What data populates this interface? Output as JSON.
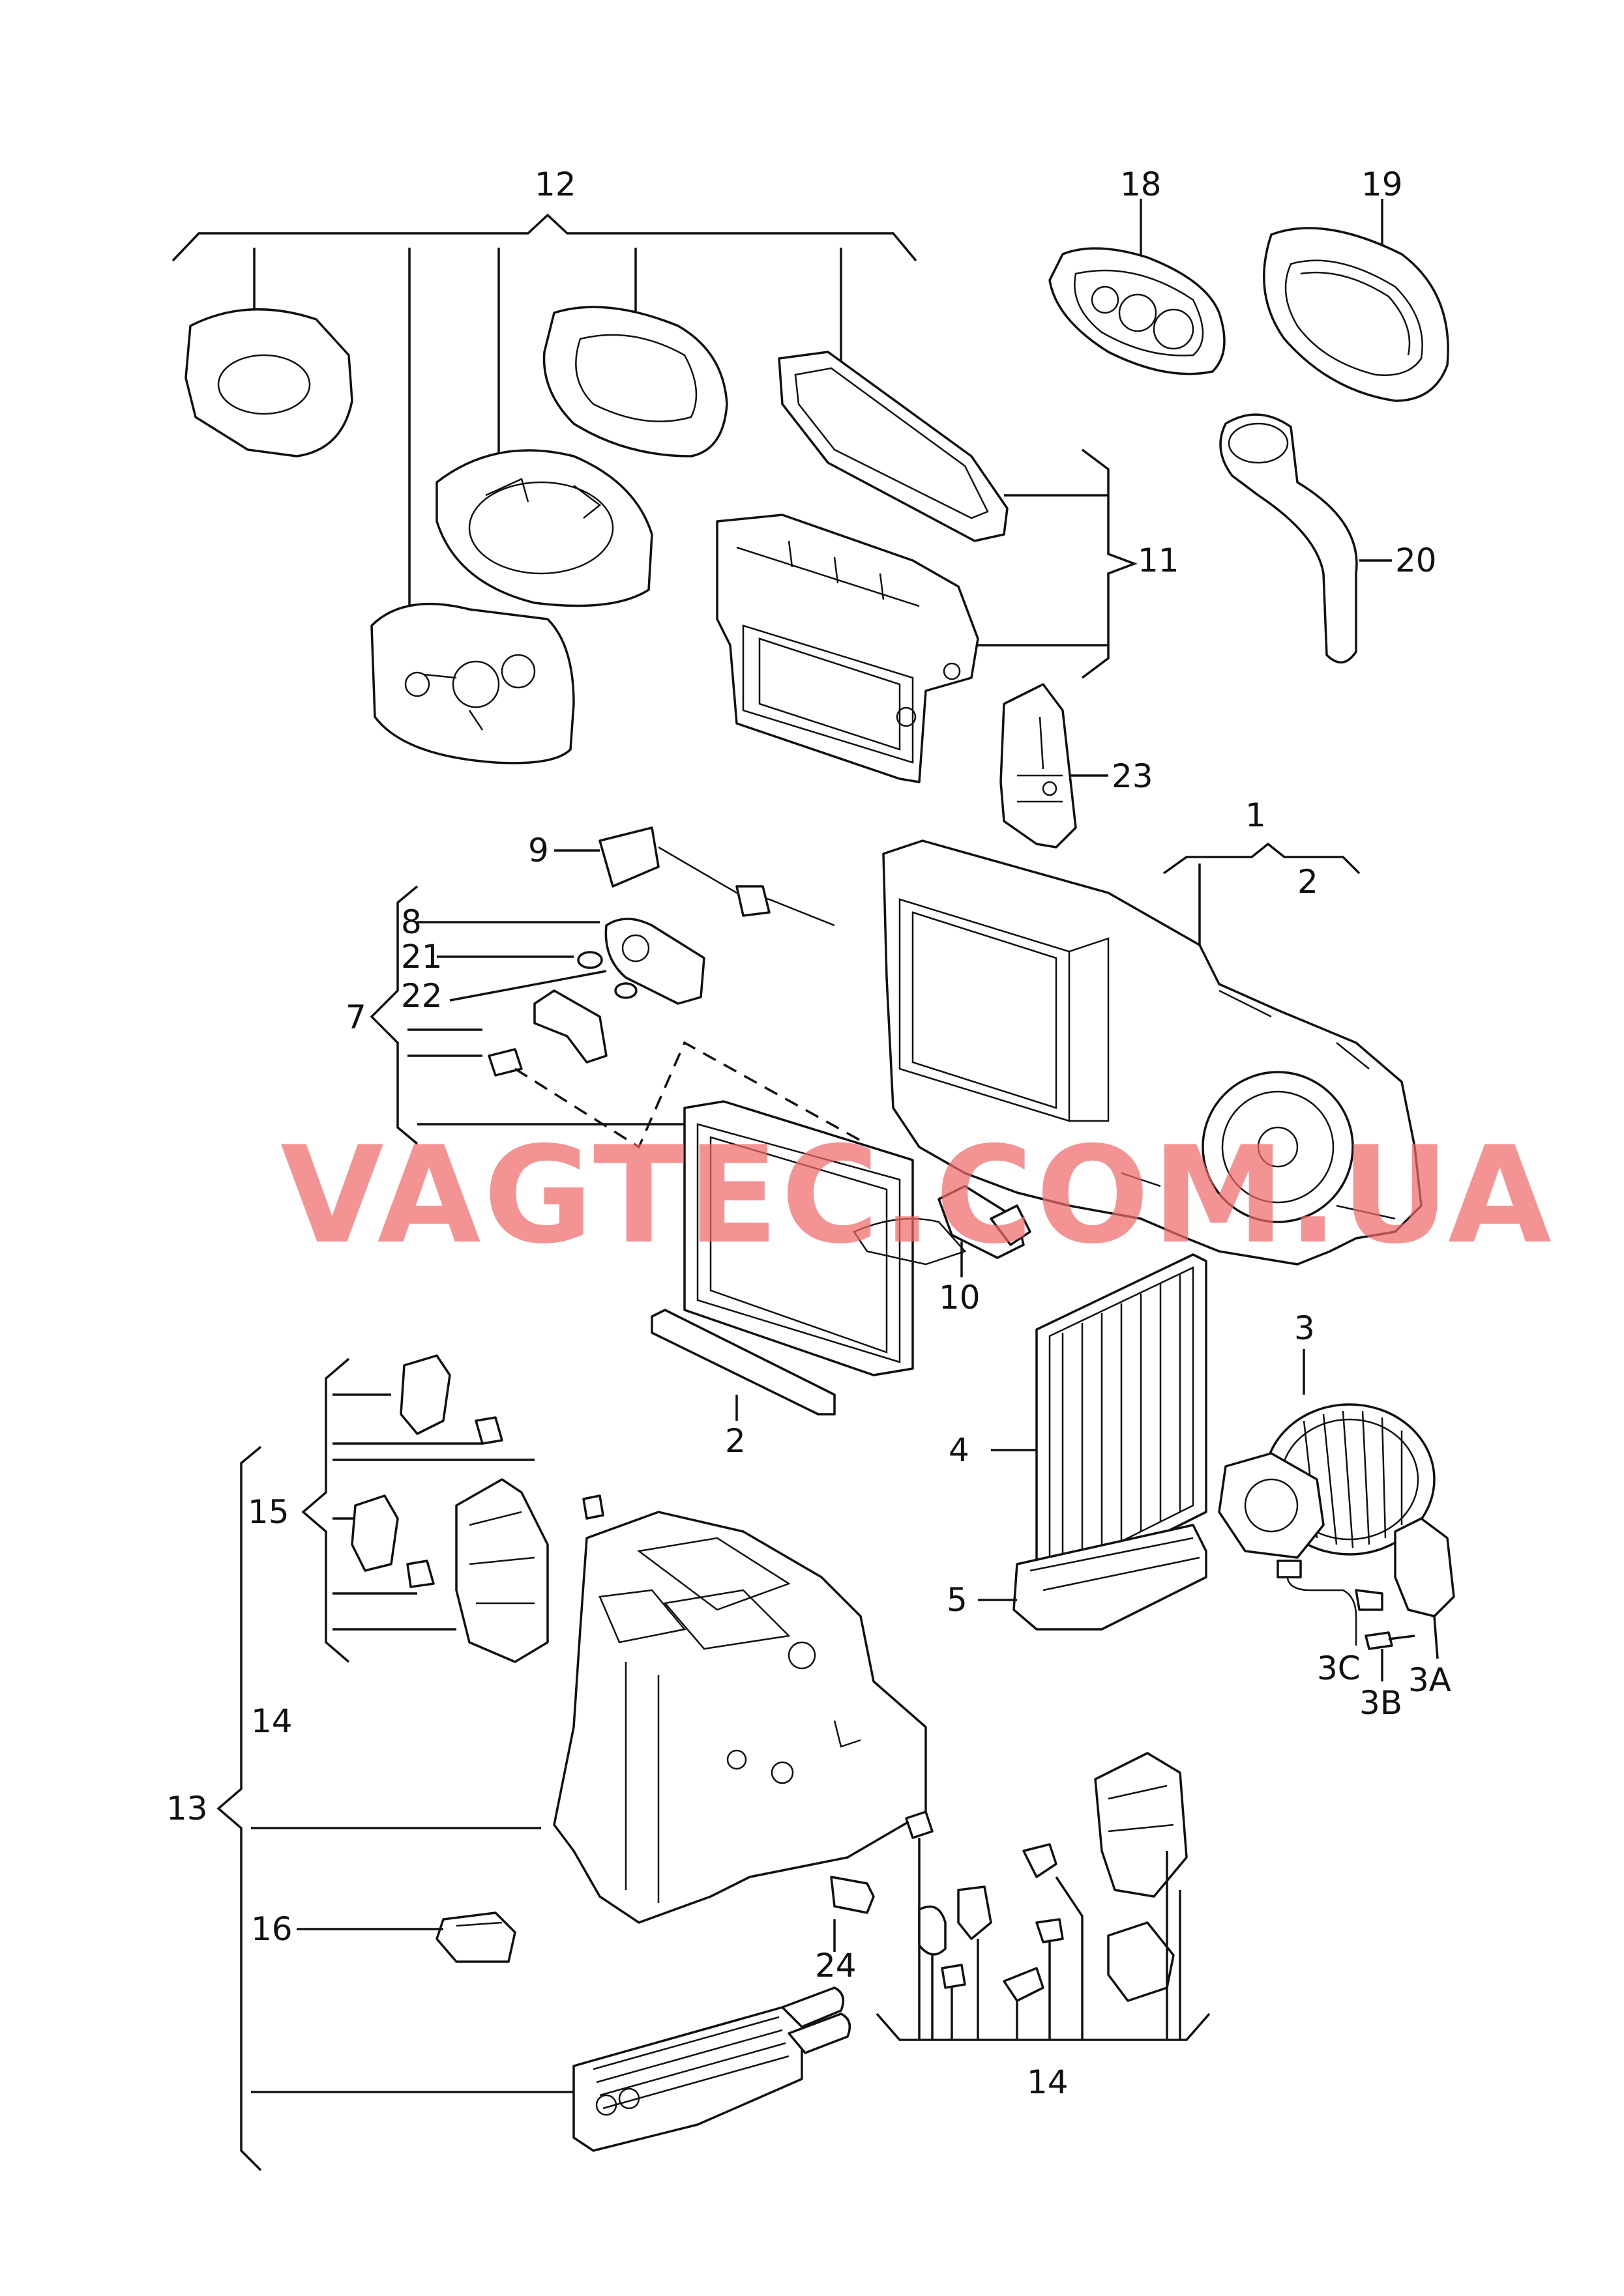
{
  "labels": {
    "p1": "1",
    "p2a": "2",
    "p2b": "2",
    "p3": "3",
    "p3a": "3A",
    "p3b": "3B",
    "p3c": "3C",
    "p4": "4",
    "p5": "5",
    "p7": "7",
    "p8": "8",
    "p9": "9",
    "p10": "10",
    "p11": "11",
    "p12": "12",
    "p13": "13",
    "p14a": "14",
    "p14b": "14",
    "p15": "15",
    "p16": "16",
    "p18": "18",
    "p19": "19",
    "p20": "20",
    "p21": "21",
    "p22": "22",
    "p23": "23",
    "p24": "24"
  },
  "watermark": "VAGTEC.COM.UA"
}
